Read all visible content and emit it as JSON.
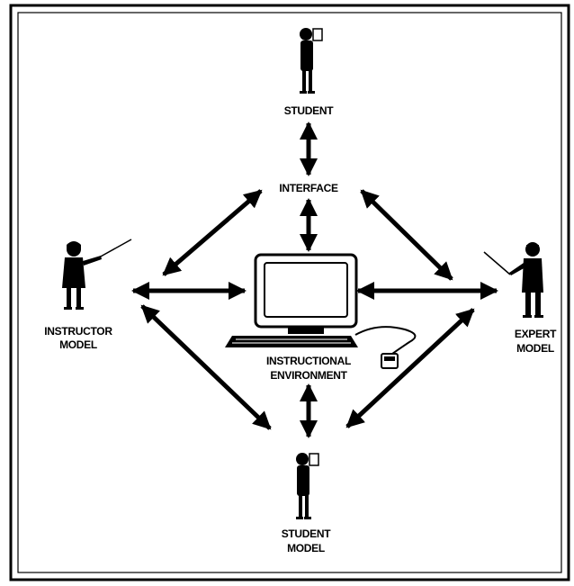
{
  "labels": {
    "student": "STUDENT",
    "interface": "INTERFACE",
    "instructor_line1": "INSTRUCTOR",
    "instructor_line2": "MODEL",
    "expert_line1": "EXPERT",
    "expert_line2": "MODEL",
    "environment_line1": "INSTRUCTIONAL",
    "environment_line2": "ENVIRONMENT",
    "student_model_line1": "STUDENT",
    "student_model_line2": "MODEL"
  }
}
